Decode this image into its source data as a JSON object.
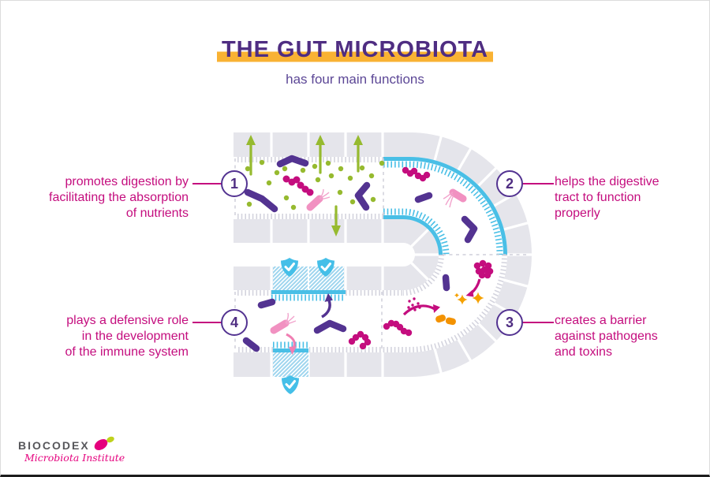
{
  "header": {
    "title": "THE GUT MICROBIOTA",
    "subtitle": "has four main functions"
  },
  "functions": [
    {
      "number": "1",
      "side": "left",
      "text": "promotes digestion by\nfacilitating the absorption\nof nutrients"
    },
    {
      "number": "2",
      "side": "right",
      "text": "helps the digestive\ntract to function\nproperly"
    },
    {
      "number": "3",
      "side": "right",
      "text": "creates a barrier\nagainst pathogens\nand toxins"
    },
    {
      "number": "4",
      "side": "left",
      "text": "plays a defensive role\nin the development\nof the immune system"
    }
  ],
  "logo": {
    "brand": "BIOCODEX",
    "tagline": "Microbiota Institute"
  },
  "colors": {
    "title_purple": "#4F2D82",
    "highlight_yellow": "#F9B233",
    "text_magenta": "#C40D7E",
    "bacteria_purple": "#533391",
    "microbe_pink": "#F191C1",
    "nutrient_green": "#96BA2F",
    "brush_border_blue": "#49BFE6",
    "toxin_orange": "#F39200",
    "gut_wall_gray": "#E5E5EB",
    "logo_gray": "#57575B",
    "logo_pink": "#E5007D"
  },
  "icons": {
    "number-badge": "circled digit",
    "shield-check-icon": "shield with ✓",
    "absorption-arrow": "↑",
    "secretion-arrow": "↓",
    "nutrient-dot": "•",
    "toxin-star": "✦",
    "bacterium-rod": "purple bacillus",
    "flagellated-bacterium": "pink flagellate",
    "cocci-chain": "magenta cocci",
    "brush-border": "blue ciliated lining",
    "logo-leaf-icon": "pink leaf with green bud"
  }
}
